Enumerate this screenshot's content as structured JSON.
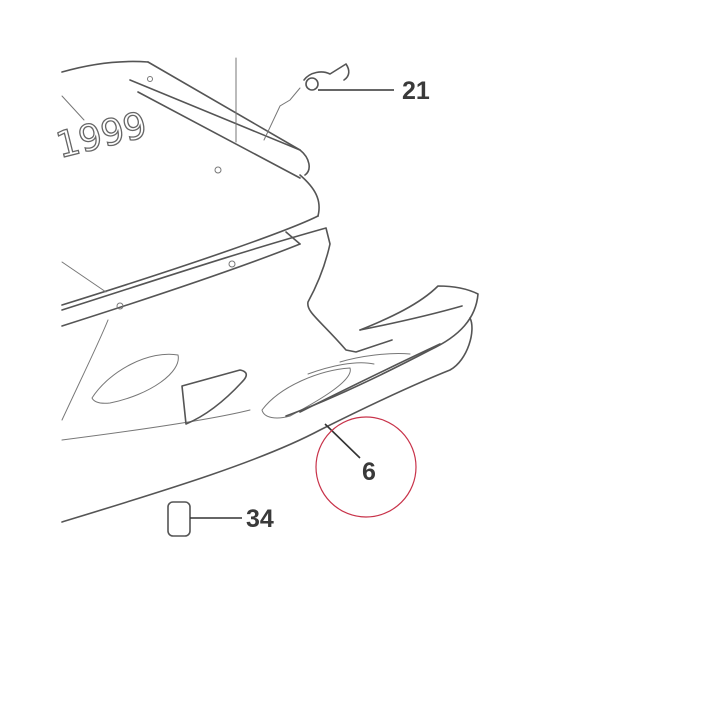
{
  "diagram": {
    "model_text": "1999",
    "highlight_color": "#c8334a",
    "callouts": [
      {
        "id": "21",
        "label": "21"
      },
      {
        "id": "6",
        "label": "6"
      },
      {
        "id": "34",
        "label": "34"
      }
    ]
  }
}
